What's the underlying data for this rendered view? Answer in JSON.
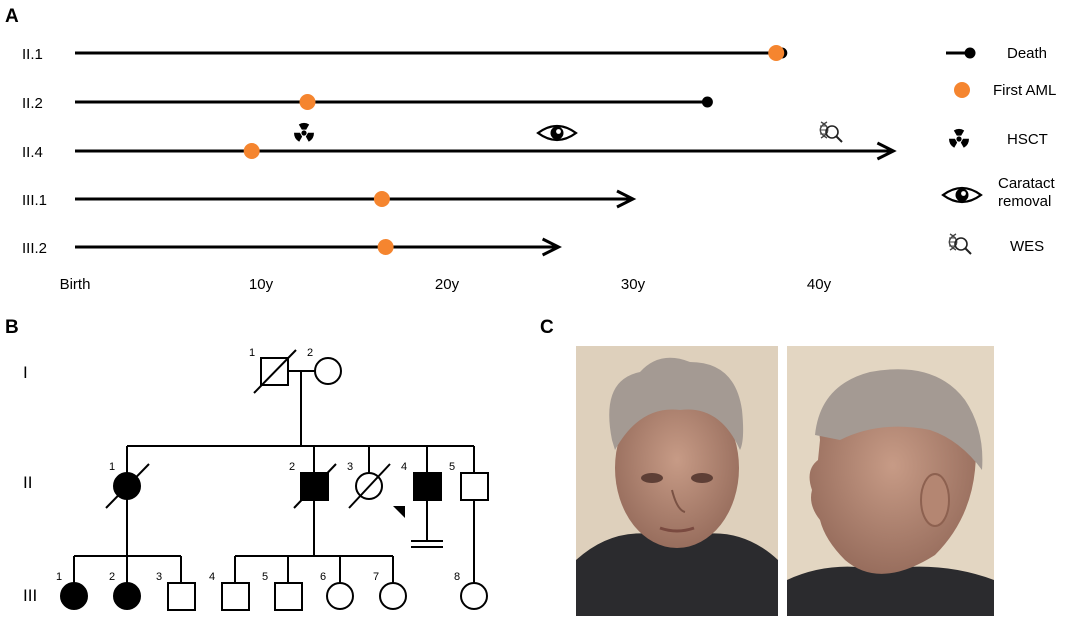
{
  "panels": {
    "a": "A",
    "b": "B",
    "c": "C"
  },
  "timeline": {
    "rows": [
      {
        "label": "II.1",
        "end": 38,
        "death": true,
        "arrow": false,
        "first_aml": 37.7
      },
      {
        "label": "II.2",
        "end": 34,
        "death": true,
        "arrow": false,
        "first_aml": 12.5
      },
      {
        "label": "II.4",
        "end": 44,
        "death": false,
        "arrow": true,
        "first_aml": 9.5,
        "events": [
          {
            "icon": "hsct-icon",
            "age": 12.5
          },
          {
            "icon": "eye-icon",
            "age": 26.5
          },
          {
            "icon": "wes-icon",
            "age": 41.2
          }
        ]
      },
      {
        "label": "III.1",
        "end": 30,
        "death": false,
        "arrow": true,
        "first_aml": 16.5
      },
      {
        "label": "III.2",
        "end": 26,
        "death": false,
        "arrow": true,
        "first_aml": 16.7
      }
    ],
    "axis_ticks": [
      {
        "label": "Birth",
        "age": 0
      },
      {
        "label": "10y",
        "age": 10
      },
      {
        "label": "20y",
        "age": 20
      },
      {
        "label": "30y",
        "age": 30
      },
      {
        "label": "40y",
        "age": 40
      }
    ],
    "legend": [
      {
        "key": "death",
        "label": "Death"
      },
      {
        "key": "first_aml",
        "label": "First AML"
      },
      {
        "key": "hsct",
        "label": "HSCT"
      },
      {
        "key": "cataract",
        "label": "Caratact\nremoval"
      },
      {
        "key": "wes",
        "label": "WES"
      }
    ],
    "colors": {
      "line": "#000000",
      "aml": "#F5852F"
    }
  },
  "pedigree": {
    "generations": [
      "I",
      "II",
      "III"
    ],
    "numbers": {
      "I": [
        "1",
        "2"
      ],
      "II": [
        "1",
        "2",
        "3",
        "4",
        "5"
      ],
      "III": [
        "1",
        "2",
        "3",
        "4",
        "5",
        "6",
        "7",
        "8"
      ]
    }
  },
  "photos": {
    "views": [
      "frontal",
      "profile"
    ]
  }
}
